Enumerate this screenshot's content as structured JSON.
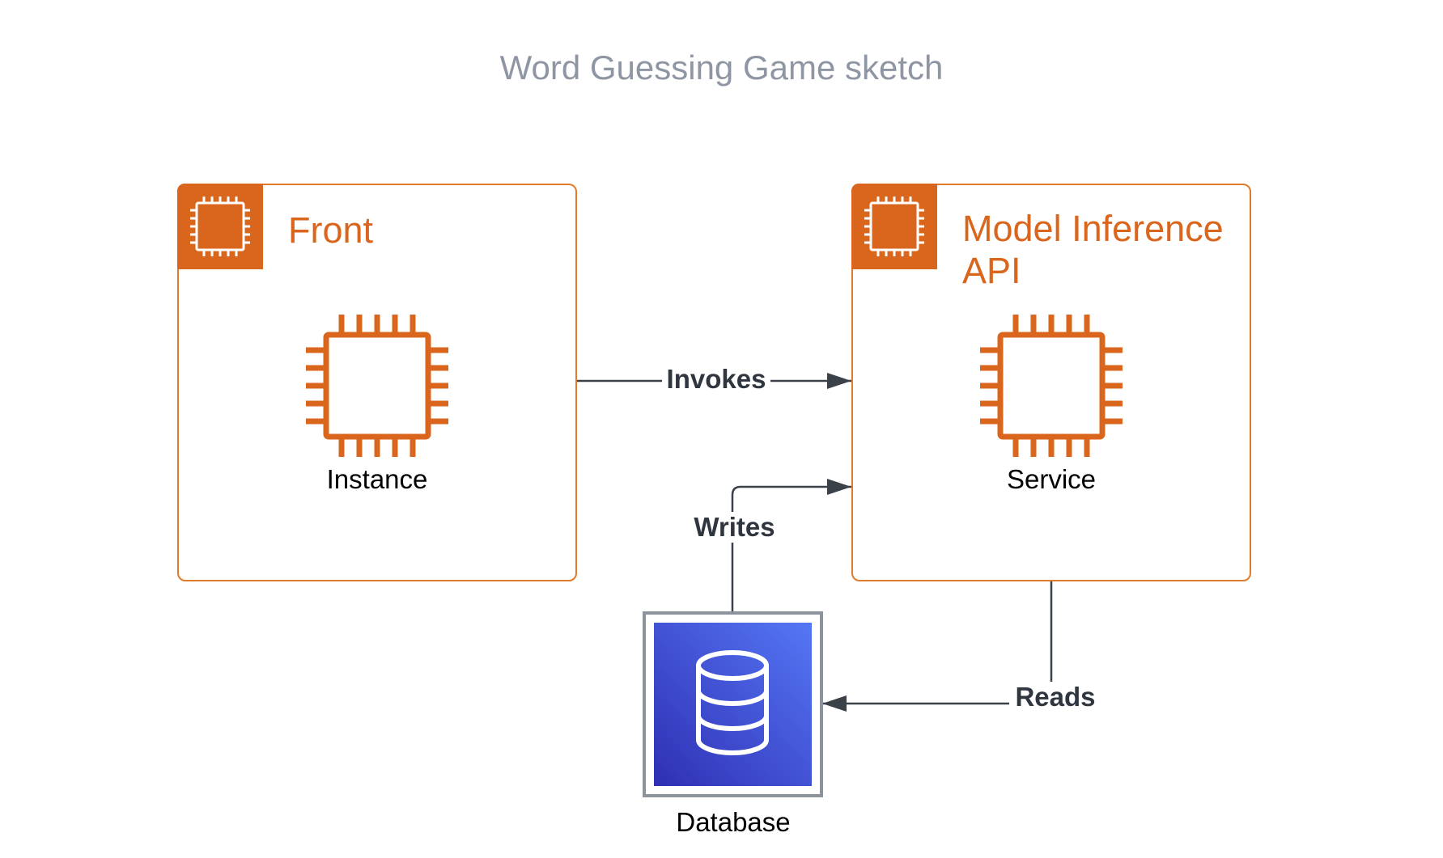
{
  "title": "Word Guessing Game sketch",
  "groups": [
    {
      "id": "front",
      "label": "Front",
      "icon": "ec2-chip-icon",
      "node": {
        "label": "Instance",
        "icon": "cpu-chip-icon"
      }
    },
    {
      "id": "model",
      "label": "Model Inference API",
      "icon": "ec2-chip-icon",
      "node": {
        "label": "Service",
        "icon": "cpu-chip-icon"
      }
    }
  ],
  "database": {
    "label": "Database",
    "icon": "database-cylinder-icon"
  },
  "edges": [
    {
      "from": "Front",
      "to": "Model Inference API",
      "label": "Invokes"
    },
    {
      "from": "Database",
      "to": "Model Inference API",
      "label": "Writes"
    },
    {
      "from": "Model Inference API",
      "to": "Database",
      "label": "Reads"
    }
  ],
  "colors": {
    "accent": "#d9661c",
    "border": "#e07b2c",
    "edge": "#2f3640",
    "title": "#8f96a3",
    "db_gradient_top": "#5577f5",
    "db_gradient_bottom": "#2f2fb3"
  }
}
